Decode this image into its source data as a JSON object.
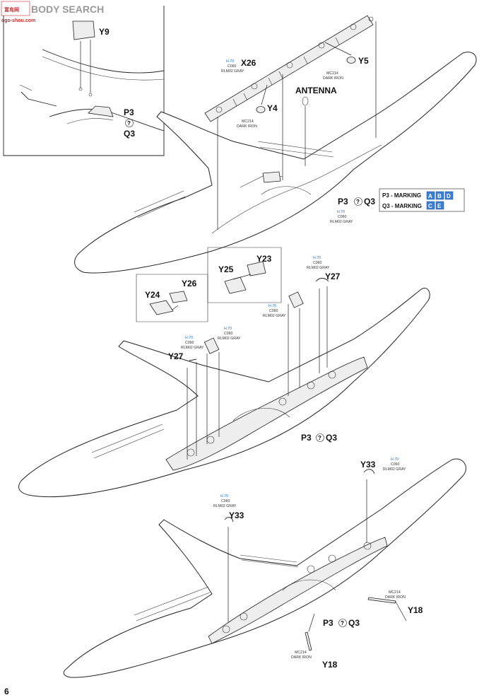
{
  "watermark": {
    "brand": "BODY SEARCH",
    "logo_text": "富岛网",
    "url": "ogo-shou.com"
  },
  "page_number": "6",
  "inset": {
    "part": "Y9",
    "p3": "P3",
    "q": "?",
    "q3": "Q3"
  },
  "step1": {
    "x26": "X26",
    "y5": "Y5",
    "y4": "Y4",
    "antenna": "ANTENNA",
    "color_a": {
      "code": "H.70",
      "sub": "C060",
      "name": "RLM02 GRAY"
    },
    "color_y5": {
      "code": "MC214",
      "name": "DARK IRON"
    },
    "color_y4": {
      "code": "MC214",
      "name": "DARK IRON"
    },
    "color_c": {
      "code": "H.70",
      "sub": "C060",
      "name": "RLM02 GRAY"
    },
    "p3": "P3",
    "q": "?",
    "q3": "Q3"
  },
  "marking": {
    "p3_label": "P3 - MARKING",
    "p3_boxes": [
      "A",
      "B",
      "D"
    ],
    "q3_label": "Q3 - MARKING",
    "q3_boxes": [
      "C",
      "E"
    ]
  },
  "step2": {
    "y25": "Y25",
    "y23": "Y23",
    "y24": "Y24",
    "y26": "Y26",
    "y27_left": "Y27",
    "y27_right": "Y27",
    "color_left": {
      "code": "H.70",
      "sub": "C060",
      "name": "RLM02 GRAY"
    },
    "color_mid": {
      "code": "H.70",
      "sub": "C060",
      "name": "RLM02 GRAY"
    },
    "color_inset": {
      "code": "H.70",
      "sub": "C060",
      "name": "RLM02 GRAY"
    },
    "color_right": {
      "code": "H.70",
      "sub": "C060",
      "name": "RLM02 GRAY"
    },
    "p3": "P3",
    "q": "?",
    "q3": "Q3"
  },
  "step3": {
    "y33_left": "Y33",
    "y33_right": "Y33",
    "y18_right": "Y18",
    "y18_left": "Y18",
    "color_left": {
      "code": "H.70",
      "sub": "C060",
      "name": "RLM02 GRAY"
    },
    "color_right": {
      "code": "H.70",
      "sub": "C060",
      "name": "RLM02 GRAY"
    },
    "color_y18_right": {
      "code": "MC214",
      "name": "DARK IRON"
    },
    "color_y18_left": {
      "code": "MC214",
      "name": "DARK IRON"
    },
    "p3": "P3",
    "q": "?",
    "q3": "Q3"
  }
}
